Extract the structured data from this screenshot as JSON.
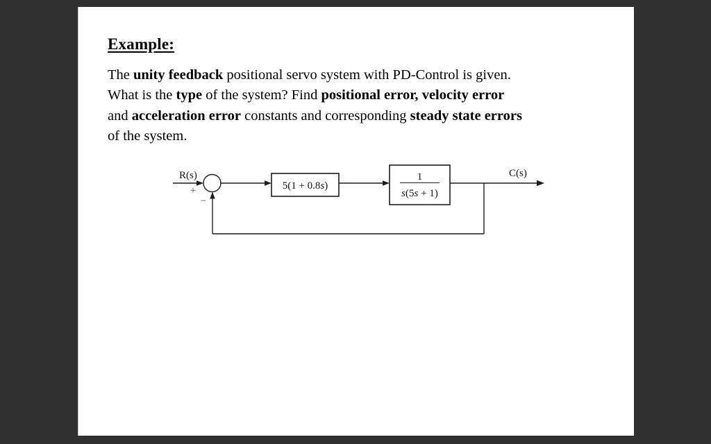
{
  "colors": {
    "background": "#313131",
    "page": "#ffffff",
    "ink": "#000000",
    "diagram_line": "#1c1c1c",
    "sum_sign": "#4a4a4a"
  },
  "document": {
    "title": "Example:",
    "problem": {
      "lines": [
        [
          "The ",
          "unity feedback",
          " positional servo system with PD-Control is given."
        ],
        [
          "What is the ",
          "type",
          " of the system? Find ",
          "positional error,",
          " ",
          "velocity error"
        ],
        [
          "and ",
          "acceleration error",
          " constants and corresponding ",
          "steady state errors"
        ],
        [
          "of the system."
        ]
      ]
    }
  },
  "diagram": {
    "input_label": "R(s)",
    "output_label": "C(s)",
    "sum_plus": "+",
    "sum_minus": "−",
    "controller": {
      "pre": "5(1 + 0.8",
      "var": "s",
      "post": ")"
    },
    "plant": {
      "numerator": "1",
      "den_var1": "s",
      "den_mid": "(5",
      "den_var2": "s",
      "den_post": " + 1)"
    }
  }
}
